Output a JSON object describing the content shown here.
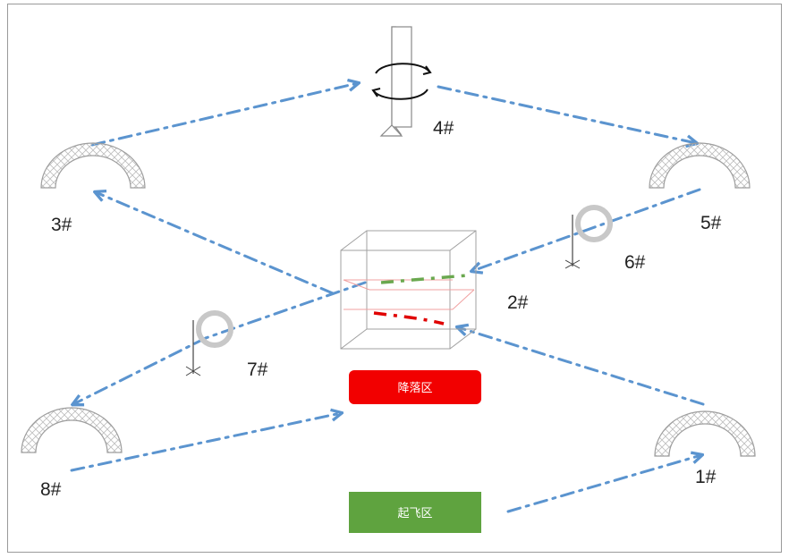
{
  "labels": {
    "station_1": "1#",
    "station_2": "2#",
    "station_3": "3#",
    "station_4": "4#",
    "station_5": "5#",
    "station_6": "6#",
    "station_7": "7#",
    "station_8": "8#"
  },
  "zones": {
    "landing": {
      "label": "降落区",
      "color": "#f20000"
    },
    "takeoff": {
      "label": "起飞区",
      "color": "#5fa33f"
    }
  },
  "colors": {
    "route": "#5b94cf",
    "arch": "#bfbfbf",
    "cube": "#9a9a9a",
    "green_line": "#6aa84f",
    "red_line": "#e00000",
    "ring": "#c8c8c8"
  },
  "icons": [
    "arch-gate-icon",
    "rotating-pole-icon",
    "ring-gate-icon",
    "cube-frame-icon",
    "route-arrow-icon"
  ]
}
